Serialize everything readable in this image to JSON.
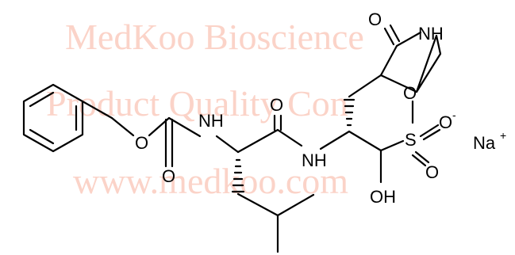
{
  "watermark": {
    "line1": "MedKoo Bioscience",
    "line2": "Product Quality Con",
    "line3": "www.medkoo.com",
    "color": "#fbd3c8"
  },
  "atoms": {
    "lactam_o": "O",
    "lactam_nh": "NH",
    "amide_o": "O",
    "carbamate_nh": "NH",
    "amide_nh": "NH",
    "ester_o": "O",
    "carbamate_o": "O",
    "sulfur": "S",
    "sulfonate_o_minus": "O",
    "sulfonate_o_left": "O",
    "sulfonate_o_bottom": "O",
    "hydroxyl": "OH",
    "sodium": "Na"
  },
  "charges": {
    "sulfonate_minus": "-",
    "sodium_plus": "+"
  },
  "colors": {
    "bond": "#000000",
    "text": "#000000"
  }
}
